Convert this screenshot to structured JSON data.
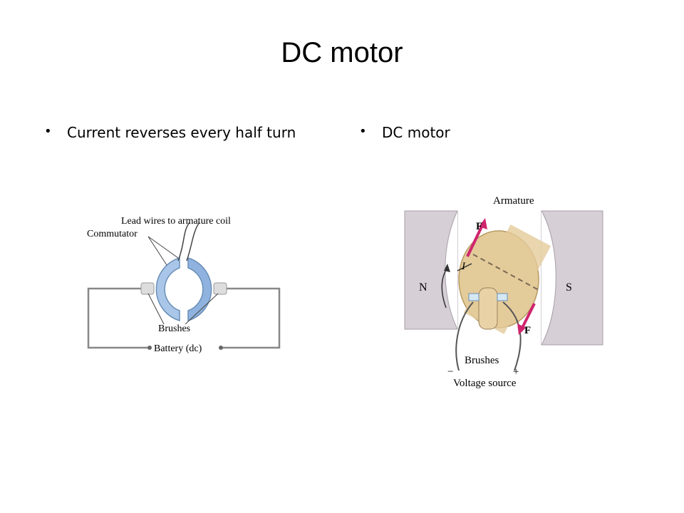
{
  "slide": {
    "title": "DC motor",
    "left_bullet": "Current reverses every half turn",
    "right_bullet": "DC motor",
    "bullet_glyph": "•"
  },
  "figure_left": {
    "label_lead_wires": "Lead wires to armature coil",
    "label_commutator": "Commutator",
    "label_brushes": "Brushes",
    "label_battery": "Battery (dc)"
  },
  "figure_right": {
    "label_armature": "Armature",
    "label_force_top": "F",
    "label_force_bottom": "F",
    "label_current": "I",
    "label_north": "N",
    "label_south": "S",
    "label_brushes": "Brushes",
    "label_minus": "−",
    "label_plus": "+",
    "label_voltage": "Voltage source"
  },
  "colors": {
    "commutator_blue": "#a9c6e8",
    "armature_tan": "#e3cb9a",
    "magnet_gray": "#d6cfd6",
    "force_arrow": "#d0256e"
  }
}
